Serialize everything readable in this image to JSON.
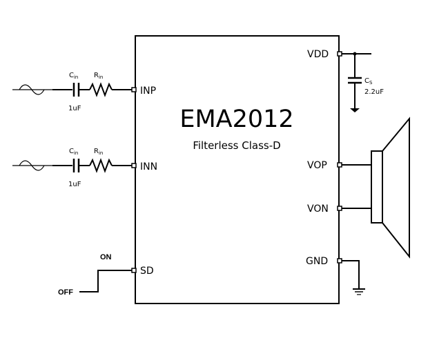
{
  "chip": {
    "name": "EMA2012",
    "subtitle": "Filterless Class-D"
  },
  "pins": {
    "inp": "INP",
    "inn": "INN",
    "sd": "SD",
    "vdd": "VDD",
    "vop": "VOP",
    "von": "VON",
    "gnd": "GND"
  },
  "inputs": [
    {
      "cap_symbol": "C",
      "cap_sub": "in",
      "cap_value": "1uF",
      "res_symbol": "R",
      "res_sub": "in"
    },
    {
      "cap_symbol": "C",
      "cap_sub": "in",
      "cap_value": "1uF",
      "res_symbol": "R",
      "res_sub": "in"
    }
  ],
  "supply_cap": {
    "symbol": "C",
    "sub": "S",
    "value": "2.2uF"
  },
  "switch": {
    "on": "ON",
    "off": "OFF"
  }
}
